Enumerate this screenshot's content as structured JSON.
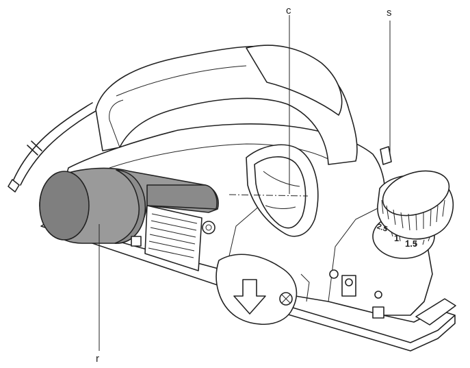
{
  "callouts": {
    "c": "c",
    "s": "s",
    "r": "r"
  },
  "depth_dial": {
    "scale_labels": [
      "2.5",
      "1",
      "1.5"
    ]
  },
  "colors": {
    "line": "#222222",
    "body_fill": "#ffffff",
    "dust_bag_fill": "#9a9a9a",
    "dust_bag_dark": "#7f7f7f"
  }
}
